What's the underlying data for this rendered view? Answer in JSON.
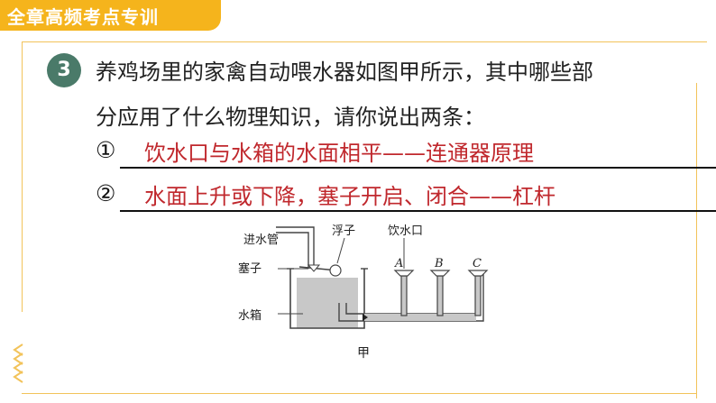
{
  "header": {
    "title": "全章高频考点专训"
  },
  "question": {
    "number": "3",
    "line1": "养鸡场里的家禽自动喂水器如图甲所示，其中哪些部",
    "line2": "分应用了什么物理知识，请你说出两条："
  },
  "answers": [
    {
      "mark": "①",
      "text": "饮水口与水箱的水面相平——连通器原理",
      "end": "。"
    },
    {
      "mark": "②",
      "text": "水面上升或下降，塞子开启、闭合——杠杆",
      "end": "。"
    }
  ],
  "figure": {
    "labels": {
      "inlet_pipe": "进水管",
      "float": "浮子",
      "drinking_outlet": "饮水口",
      "plug": "塞子",
      "tank": "水箱",
      "a": "A",
      "b": "B",
      "c": "C"
    },
    "caption": "甲",
    "colors": {
      "water": "#c8c8c8",
      "outline": "#444444"
    }
  },
  "colors": {
    "accent": "#f5b41c",
    "answer": "#c0282d",
    "badge": "#4a7a69"
  }
}
